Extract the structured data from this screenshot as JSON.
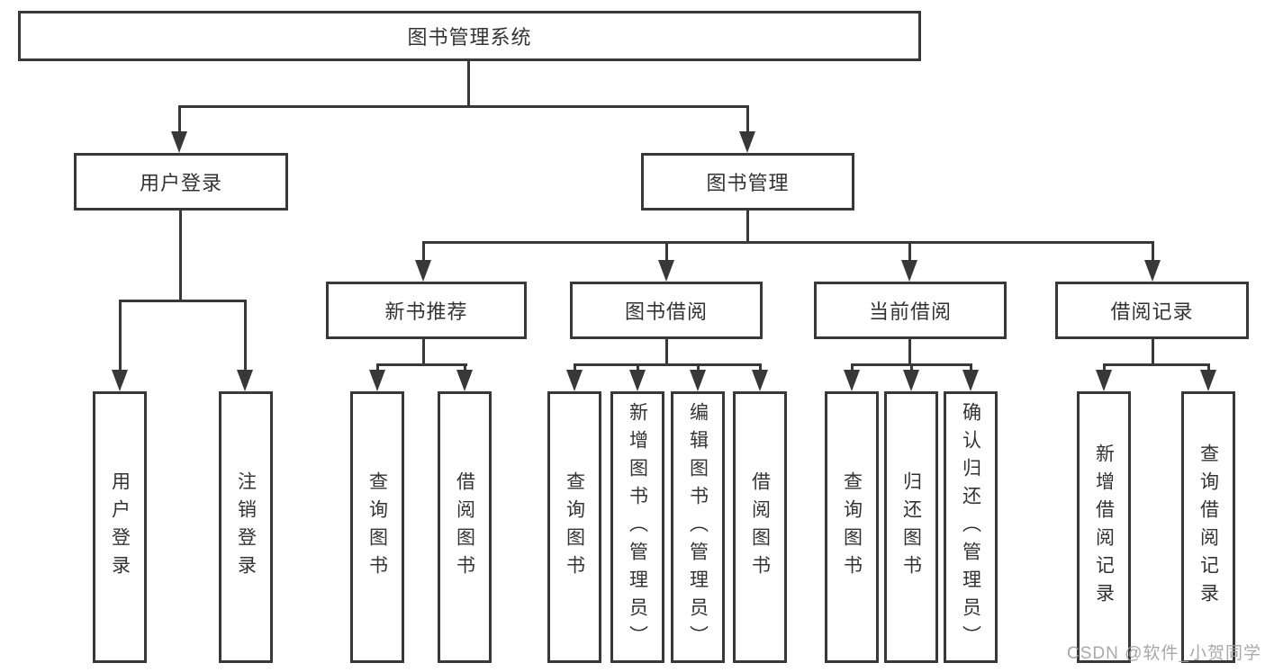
{
  "diagram": {
    "root": {
      "label": "图书管理系统"
    },
    "level2": [
      {
        "id": "user-login",
        "label": "用户登录"
      },
      {
        "id": "book-management",
        "label": "图书管理"
      }
    ],
    "level3": [
      {
        "id": "new-book-recommend",
        "label": "新书推荐"
      },
      {
        "id": "book-borrow",
        "label": "图书借阅"
      },
      {
        "id": "current-borrow",
        "label": "当前借阅"
      },
      {
        "id": "borrow-records",
        "label": "借阅记录"
      }
    ],
    "level4": {
      "user_login_children": [
        {
          "label": "用户登录"
        },
        {
          "label": "注销登录"
        }
      ],
      "new_book_recommend_children": [
        {
          "label": "查询图书"
        },
        {
          "label": "借阅图书"
        }
      ],
      "book_borrow_children": [
        {
          "label": "查询图书"
        },
        {
          "label": "新增图书（管理员）"
        },
        {
          "label": "编辑图书（管理员）"
        },
        {
          "label": "借阅图书"
        }
      ],
      "current_borrow_children": [
        {
          "label": "查询图书"
        },
        {
          "label": "归还图书"
        },
        {
          "label": "确认归还（管理员）"
        }
      ],
      "borrow_records_children": [
        {
          "label": "新增借阅记录"
        },
        {
          "label": "查询借阅记录"
        }
      ]
    }
  },
  "watermark": "CSDN @软件_小贺同学",
  "colors": {
    "line": "#383838",
    "text": "#333333",
    "background": "#ffffff",
    "watermark": "#9e9e9e"
  }
}
